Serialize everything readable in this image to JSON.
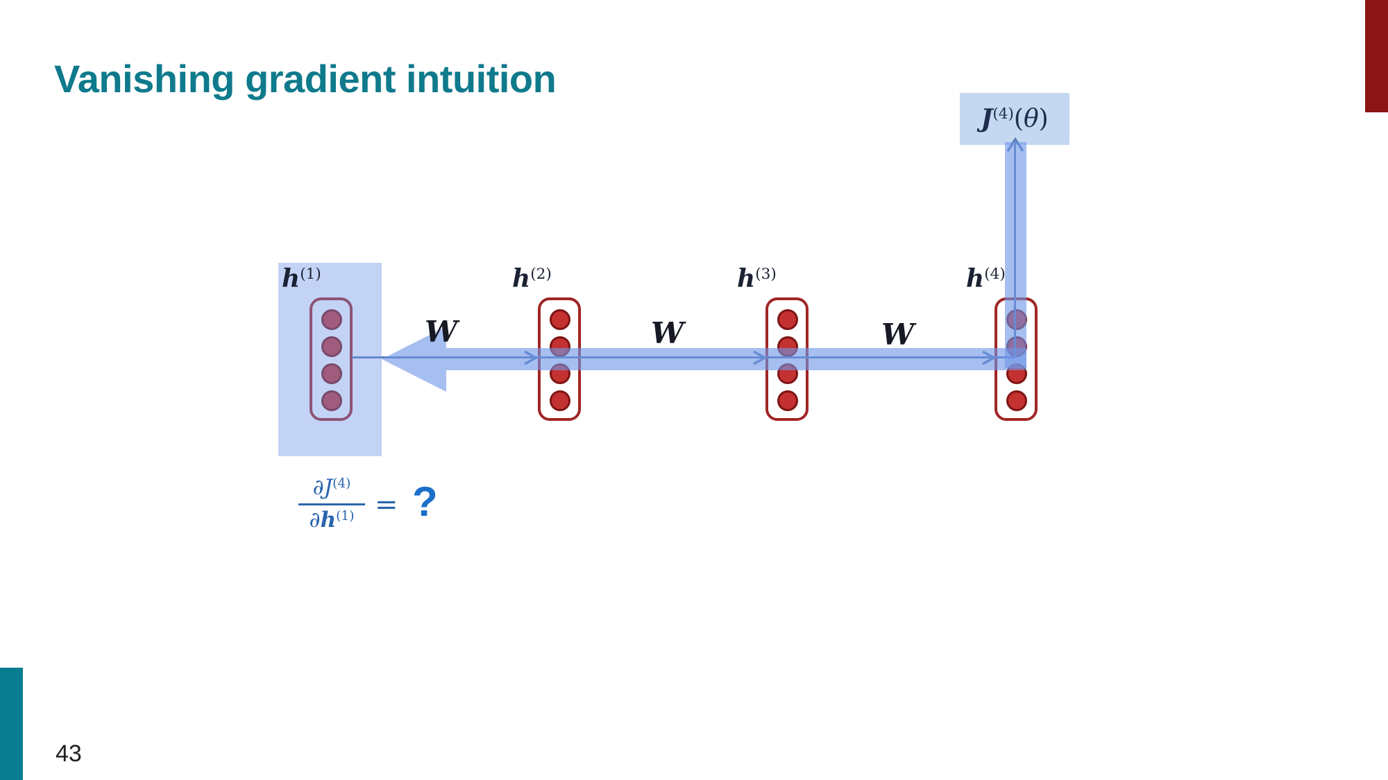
{
  "slide": {
    "title": "Vanishing gradient intuition",
    "page_number": "43"
  },
  "diagram": {
    "loss_box": {
      "base": "J",
      "sup": "(4)",
      "open": "(",
      "theta": "θ",
      "close": ")"
    },
    "nodes": [
      {
        "base": "h",
        "sup": "(1)"
      },
      {
        "base": "h",
        "sup": "(2)"
      },
      {
        "base": "h",
        "sup": "(3)"
      },
      {
        "base": "h",
        "sup": "(4)"
      }
    ],
    "weight_labels": [
      "W",
      "W",
      "W"
    ],
    "equation": {
      "num_partial": "∂",
      "num_base": "J",
      "num_sup": "(4)",
      "den_partial": "∂",
      "den_base": "h",
      "den_sup": "(1)",
      "equals": "=",
      "question": "?"
    }
  },
  "colors": {
    "title_teal": "#0f7a8c",
    "corner_red": "#8c1515",
    "corner_teal": "#077d8f",
    "ribbon_blue": "rgba(111,150,230,0.62)",
    "highlight_blue": "rgba(111,150,230,0.42)",
    "loss_box_fill": "#c4d8f2",
    "node_border_red": "#a02525",
    "neuron_red": "#c43131",
    "forward_arrow_blue": "#5b7cb8",
    "equation_blue": "#2a65ad",
    "question_blue": "#1b6fc9"
  }
}
